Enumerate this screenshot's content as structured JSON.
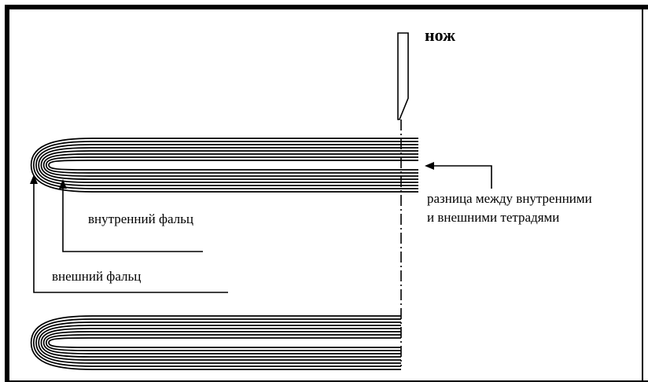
{
  "labels": {
    "knife": "нож",
    "difference_line1": "разница между внутренними",
    "difference_line2": "и внешними тетрадями",
    "inner_fold": "внутренний фальц",
    "outer_fold": "внешний фальц"
  },
  "colors": {
    "background": "#ffffff",
    "ink": "#000000"
  }
}
